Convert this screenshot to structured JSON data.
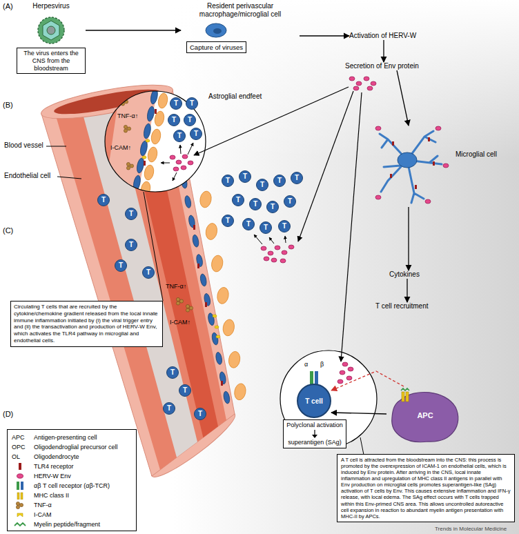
{
  "diagram": {
    "nodes": [
      {
        "text": [
          "Herpesvirus",
          "The virus enters the CNS from the bloodstream"
        ]
      },
      {
        "text": [
          "Resident perivascular macrophage/microglial cell",
          "Capture of viruses"
        ]
      },
      {
        "text": [
          "Activation of HERV-W"
        ]
      },
      {
        "text": [
          "Secretion of Env protein"
        ]
      },
      {
        "text": [
          "Microglial cell"
        ]
      },
      {
        "text": [
          "Cytokines"
        ]
      },
      {
        "text": [
          "T cell recruitment"
        ]
      },
      {
        "text": [
          "Circulating T cells that are recruited by the cytokine/chemokine gradient released from the local innate immune inflammation initiated by (i) the viral trigger entry and (ii) the transactivation and production of HERV-W Env, which activates the TLR4 pathway in microglial and endothelial cells."
        ]
      },
      {
        "text": [
          "T cell"
        ]
      },
      {
        "text": [
          "Polyclonal activation",
          "superantigen (SAg)"
        ]
      },
      {
        "text": [
          "APC"
        ]
      },
      {
        "text": [
          "A T cell is attracted from the bloodstream into the CNS: this process is promoted by the overexpression of ICAM-1 on endothelial cells, which is induced by Env protein. After arriving in the CNS, local innate inflammation and upregulation of MHC class II antigens in parallel with Env production on microglial cells promotes superantigen-like (SAg) activation of T cells by Env. This causes extensive inflammation and IFN-γ release, with local edema. The SAg effect occurs with T cells trapped within this Env-primed CNS area. This allows uncontrolled autoreactive cell expansion in reaction to abundant myelin antigen presentation with MHC-II by APCs."
        ]
      }
    ],
    "edges": [
      {
        "from": 0,
        "to": 1,
        "arrow": "to"
      },
      {
        "from": 1,
        "to": 2,
        "arrow": "to"
      },
      {
        "from": 2,
        "to": 3,
        "arrow": "to"
      },
      {
        "from": 3,
        "to": 4,
        "arrow": "to"
      },
      {
        "from": 4,
        "to": 5,
        "arrow": "to"
      },
      {
        "from": 5,
        "to": 6,
        "arrow": "to"
      },
      {
        "from": 10,
        "to": 8,
        "arrow": "to"
      },
      {
        "from": 10,
        "to": 8,
        "arrow": "to"
      }
    ],
    "labels": [
      "(A)",
      "(B)",
      "(C)",
      "(D)",
      "Astroglial endfeet",
      "Blood vessel",
      "Endothelial cell",
      "TNF-α↑",
      "I-CAM↑",
      "TNF-α↑",
      "I-CAM↑",
      "α",
      "β",
      "APC",
      "OPC",
      "OL",
      "Trends in Molecular Medicine",
      "T",
      "T",
      "T",
      "T",
      "T",
      "T",
      "T",
      "T",
      "T",
      "T",
      "T",
      "T",
      "T",
      "T",
      "T",
      "T",
      "T",
      "T",
      "T",
      "T",
      "T",
      "T",
      "T",
      "T",
      "T",
      "T",
      "T",
      "T"
    ],
    "legend": [
      {
        "text": "Antigen-presenting cell"
      },
      {
        "text": "Oligodendroglial precursor cell"
      },
      {
        "text": "Oligodendrocyte"
      },
      {
        "text": "TLR4 receptor"
      },
      {
        "text": "HERV-W Env"
      },
      {
        "text": "αβ T cell receptor (αβ-TCR)"
      },
      {
        "text": "MHC class II"
      },
      {
        "text": "TNF-α"
      },
      {
        "text": "I-CAM"
      },
      {
        "text": "Myelin peptide/fragment"
      }
    ]
  }
}
